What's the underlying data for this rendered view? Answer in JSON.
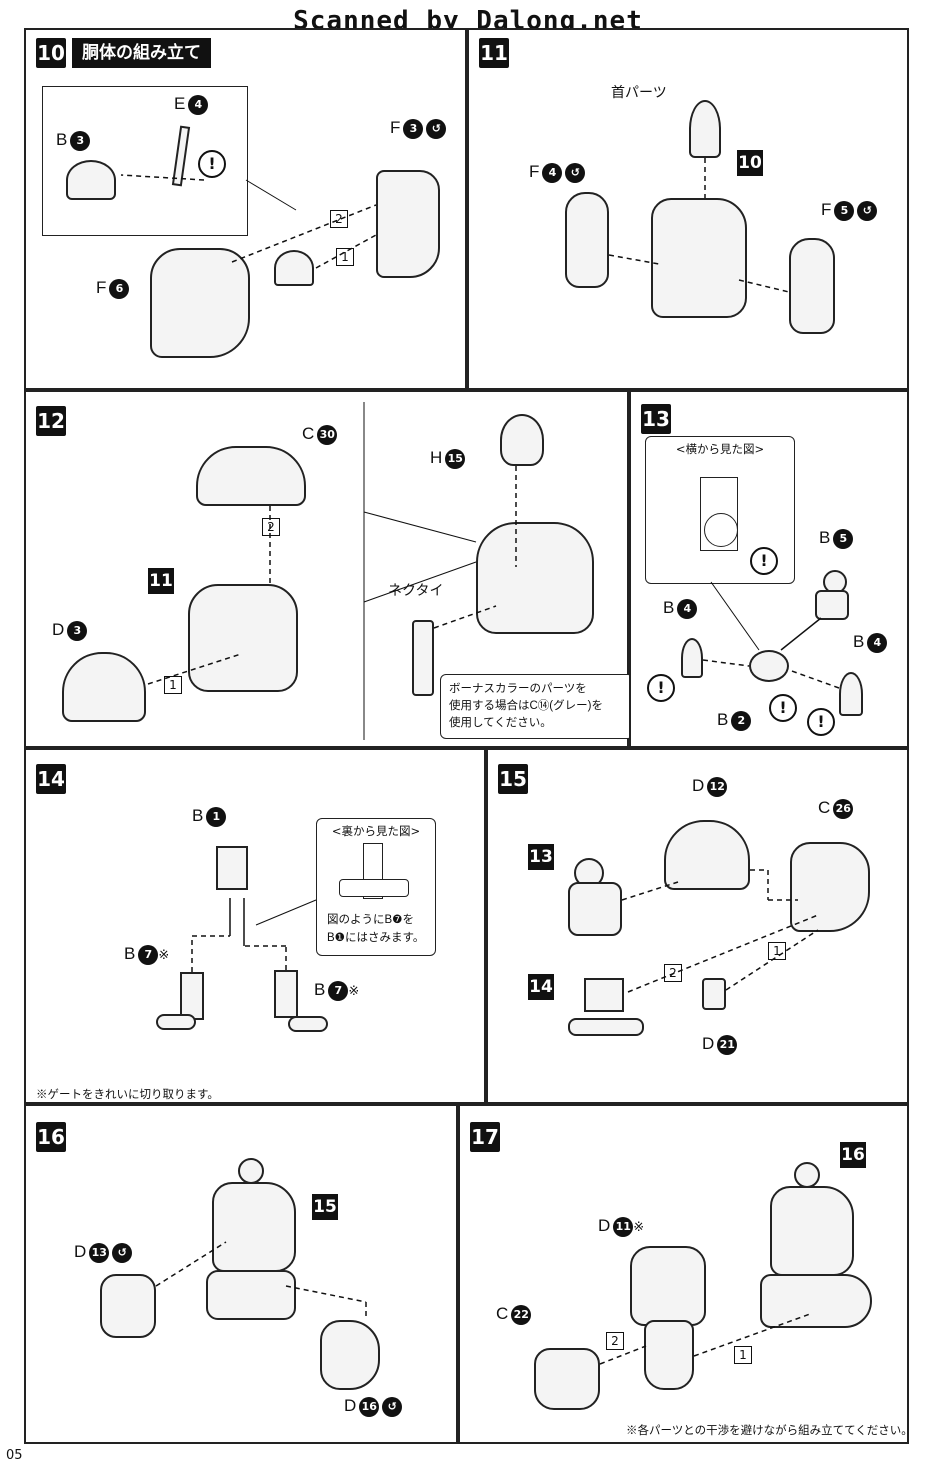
{
  "watermark": "Scanned by Dalong.net",
  "page_number": "05",
  "steps": {
    "s10": {
      "number": "10",
      "title": "胴体の組み立て",
      "labels": {
        "b3": "B",
        "b3n": "3",
        "e4": "E",
        "e4n": "4",
        "f3": "F",
        "f3n": "3",
        "f6": "F",
        "f6n": "6"
      },
      "warn": "!",
      "seq": [
        "2",
        "1"
      ]
    },
    "s11": {
      "number": "11",
      "neck": "首パーツ",
      "sub": "10",
      "labels": {
        "f4": "F",
        "f4n": "4",
        "f5": "F",
        "f5n": "5"
      }
    },
    "s12": {
      "number": "12",
      "sub": "11",
      "labels": {
        "c30": "C",
        "c30n": "30",
        "d3": "D",
        "d3n": "3",
        "h15": "H",
        "h15n": "15"
      },
      "necktie": "ネクタイ",
      "seq": [
        "2",
        "1"
      ],
      "note": [
        "ボーナスカラーのパーツを",
        "使用する場合はC⑭(グレー)を",
        "使用してください。"
      ]
    },
    "s13": {
      "number": "13",
      "view": "<横から見た図>",
      "labels": {
        "b5": "B",
        "b5n": "5",
        "b4a": "B",
        "b4an": "4",
        "b4b": "B",
        "b4bn": "4",
        "b2": "B",
        "b2n": "2"
      },
      "warn": "!"
    },
    "s14": {
      "number": "14",
      "view": "<裏から見た図>",
      "view_text": [
        "図のようにB❼を",
        "B❶にはさみます。"
      ],
      "labels": {
        "b1": "B",
        "b1n": "1",
        "b7a": "B",
        "b7an": "7",
        "b7b": "B",
        "b7bn": "7",
        "mark": "※"
      },
      "footnote": "※ゲートをきれいに切り取ります。"
    },
    "s15": {
      "number": "15",
      "subs": [
        "13",
        "14"
      ],
      "labels": {
        "d12": "D",
        "d12n": "12",
        "c26": "C",
        "c26n": "26",
        "d21": "D",
        "d21n": "21"
      },
      "seq": [
        "2",
        "1"
      ]
    },
    "s16": {
      "number": "16",
      "sub": "15",
      "labels": {
        "d13": "D",
        "d13n": "13",
        "d16": "D",
        "d16n": "16"
      }
    },
    "s17": {
      "number": "17",
      "sub": "16",
      "labels": {
        "d11": "D",
        "d11n": "11",
        "mark": "※",
        "c22": "C",
        "c22n": "22"
      },
      "seq": [
        "2",
        "1"
      ],
      "footnote": "※各パーツとの干渉を避けながら組み立ててください。"
    }
  }
}
